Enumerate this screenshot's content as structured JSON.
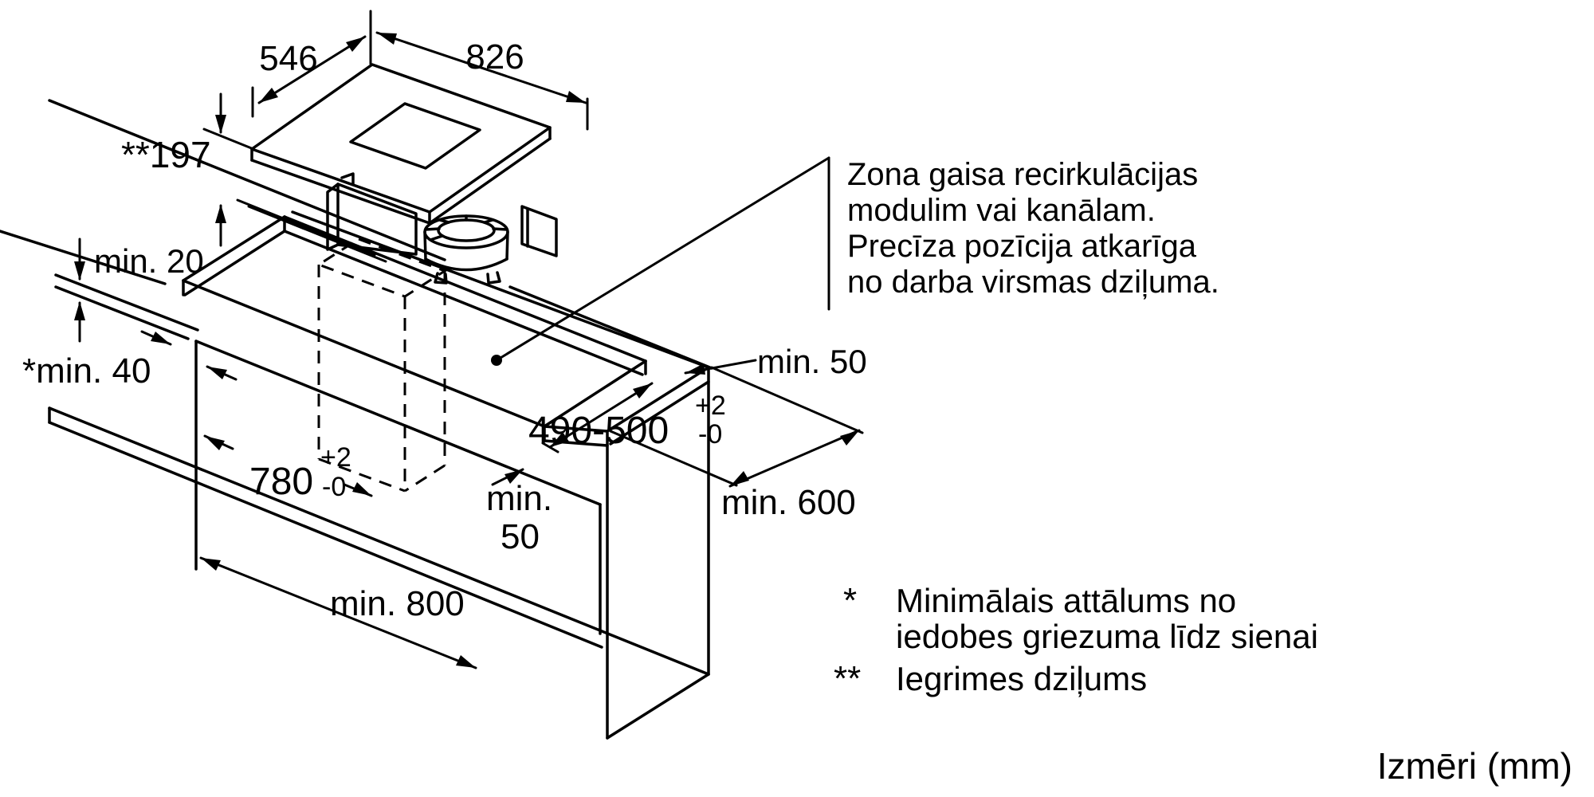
{
  "labels": {
    "top_depth": "546",
    "top_width": "826",
    "recess_depth": "**197",
    "wall_gap": "min. 20",
    "side_clearance": "*min. 40",
    "right_clearance": "min. 50",
    "cutout_depth": "490-500",
    "cutout_depth_tol_plus": "+2",
    "cutout_depth_tol_minus": "-0",
    "cutout_width": "780",
    "cutout_width_tol_plus": "+2",
    "cutout_width_tol_minus": "-0",
    "center_clearance_line1": "min.",
    "center_clearance_line2": "50",
    "worktop_depth": "min. 600",
    "cabinet_width": "min. 800"
  },
  "zone_note": {
    "line1": "Zona gaisa recirkulācijas",
    "line2": "modulim vai kanālam.",
    "line3": "Precīza pozīcija atkarīga",
    "line4": "no darba virsmas dziļuma."
  },
  "footnotes": {
    "marker1": "*",
    "note1_line1": "Minimālais attālums no",
    "note1_line2": "iedobes griezuma līdz sienai",
    "marker2": "**",
    "note2": "Iegrimes dziļums"
  },
  "units_label": "Izmēri (mm)",
  "colors": {
    "line": "#000000",
    "background": "#ffffff"
  }
}
